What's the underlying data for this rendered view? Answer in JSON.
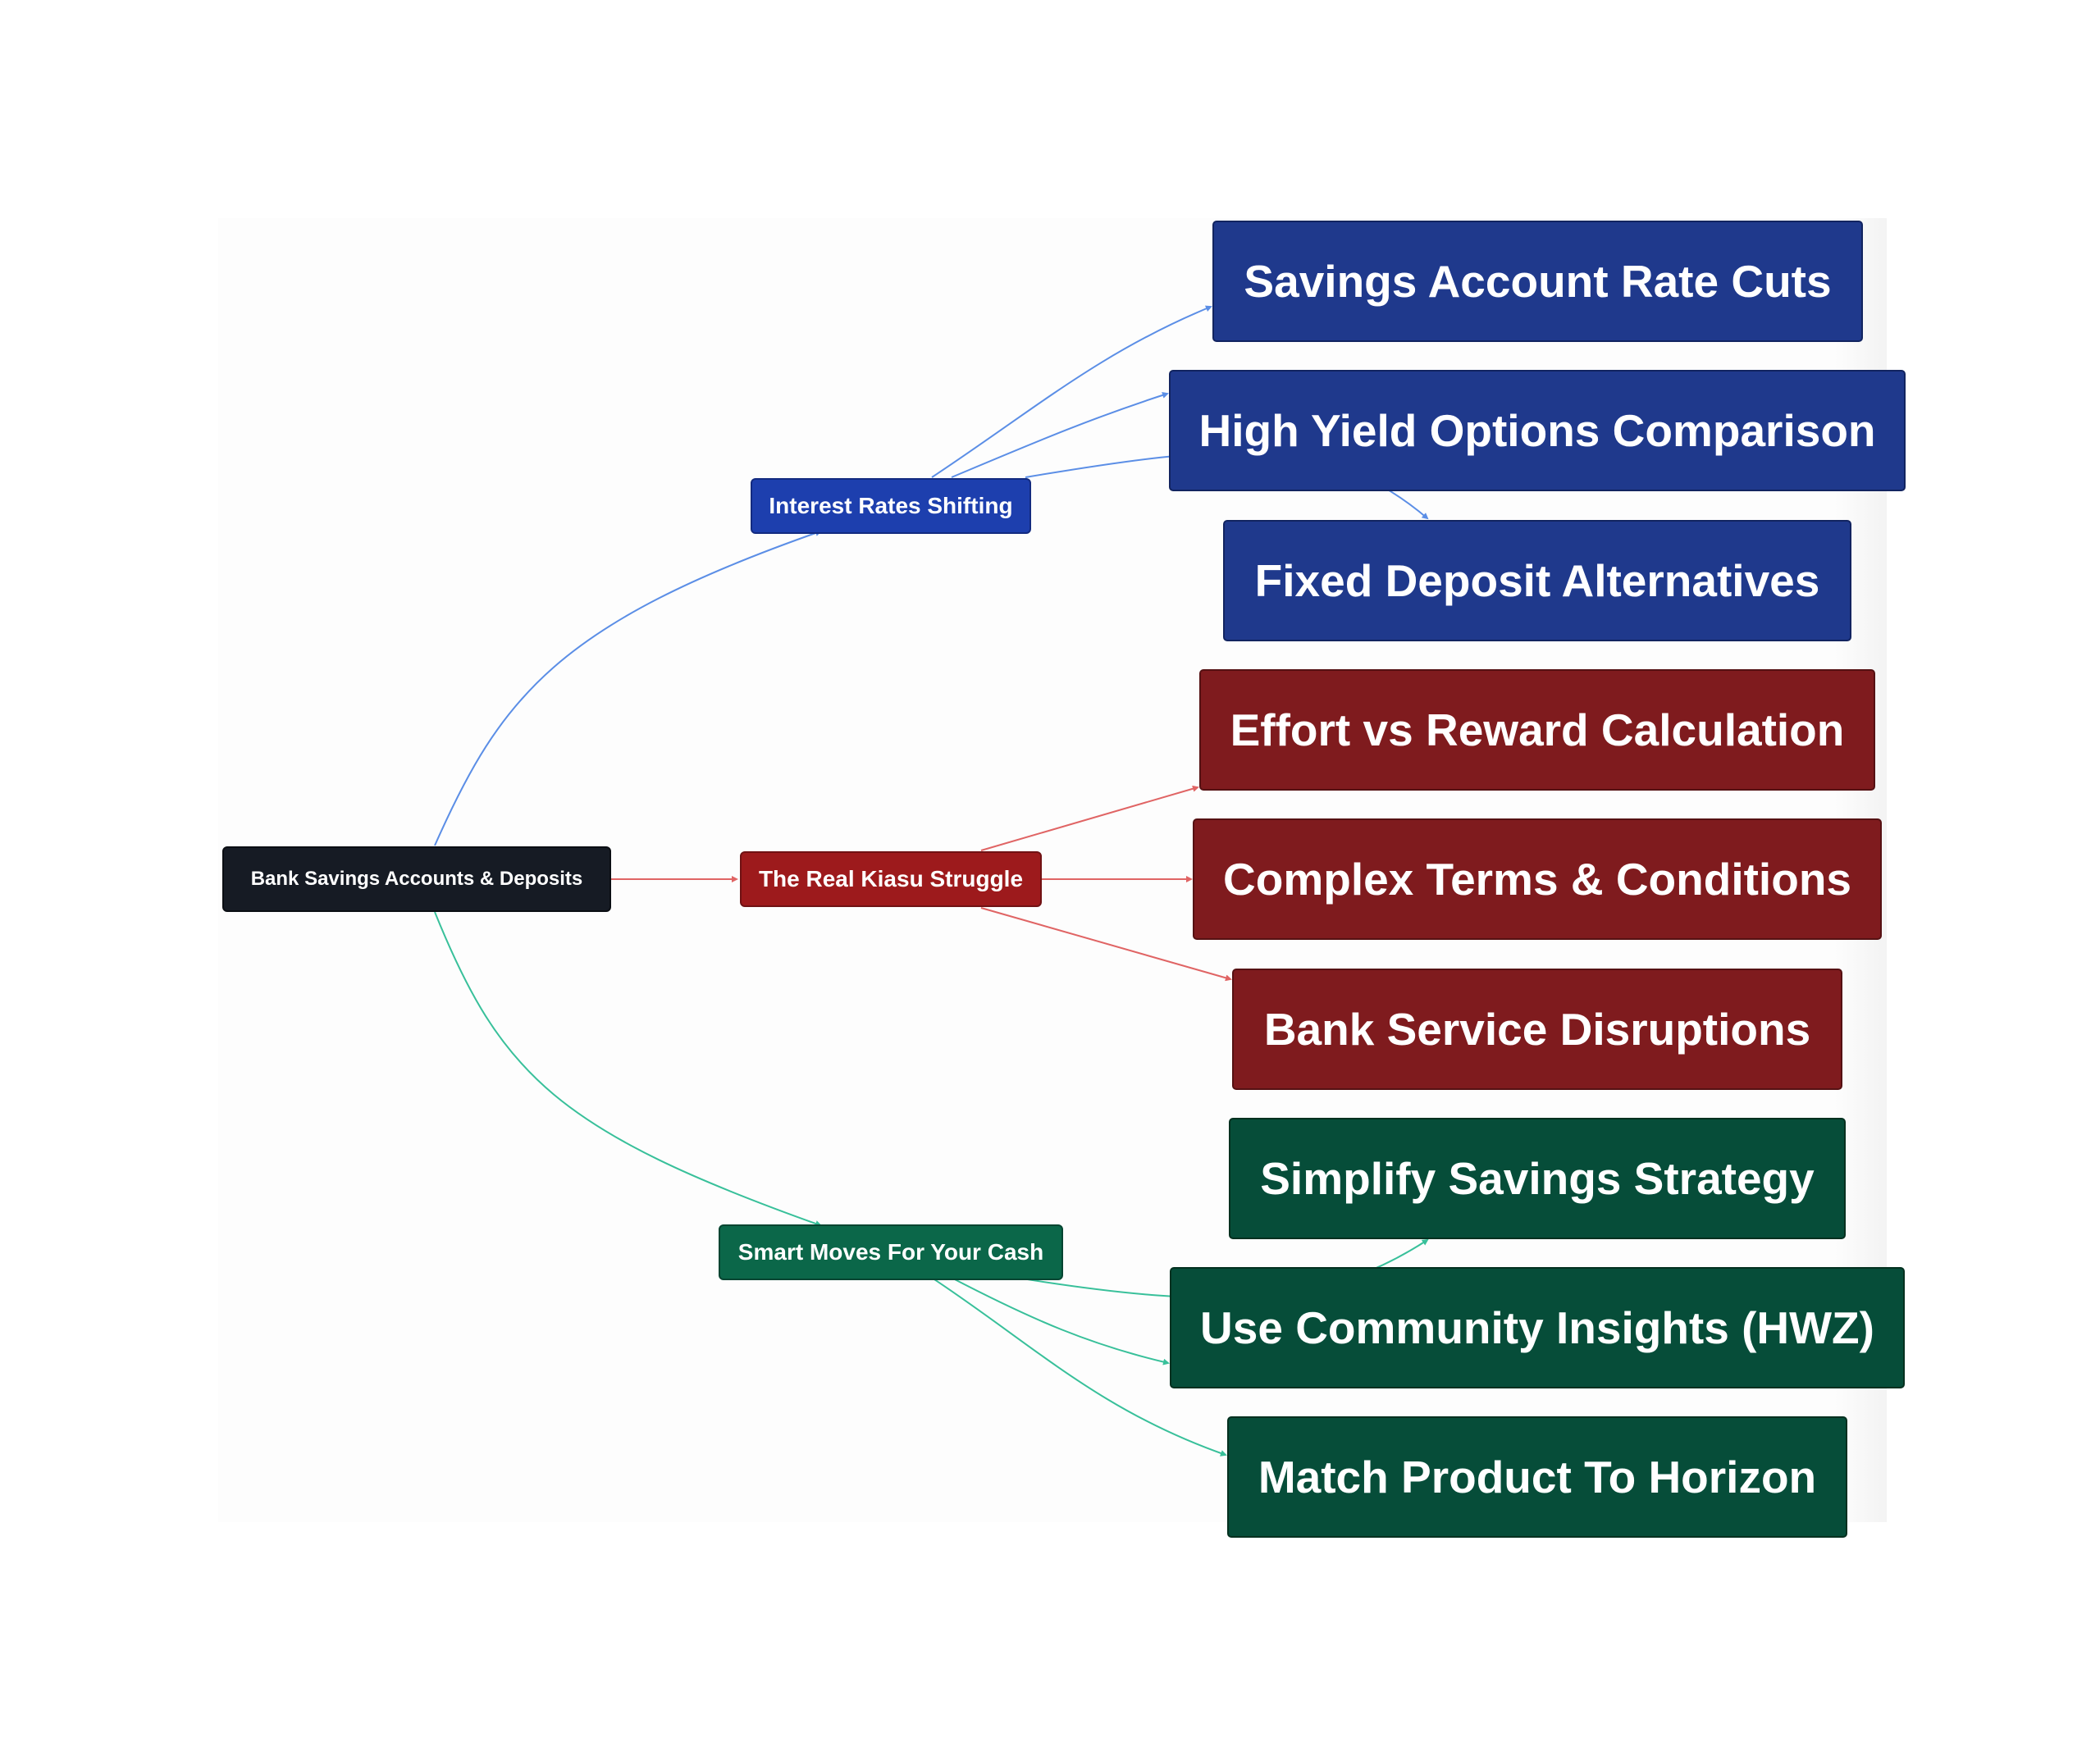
{
  "colors": {
    "blue_edge": "#5b8ee6",
    "red_edge": "#e06464",
    "green_edge": "#38c09a"
  },
  "root": {
    "label": "Bank Savings Accounts & Deposits"
  },
  "branches": [
    {
      "label": "Interest Rates Shifting",
      "children": [
        {
          "label": "Savings Account Rate Cuts"
        },
        {
          "label": "High Yield Options Comparison"
        },
        {
          "label": "Fixed Deposit Alternatives"
        }
      ]
    },
    {
      "label": "The Real Kiasu Struggle",
      "children": [
        {
          "label": "Effort vs Reward Calculation"
        },
        {
          "label": "Complex Terms & Conditions"
        },
        {
          "label": "Bank Service Disruptions"
        }
      ]
    },
    {
      "label": "Smart Moves For Your Cash",
      "children": [
        {
          "label": "Simplify Savings Strategy"
        },
        {
          "label": "Use Community Insights (HWZ)"
        },
        {
          "label": "Match Product To Horizon"
        }
      ]
    }
  ]
}
